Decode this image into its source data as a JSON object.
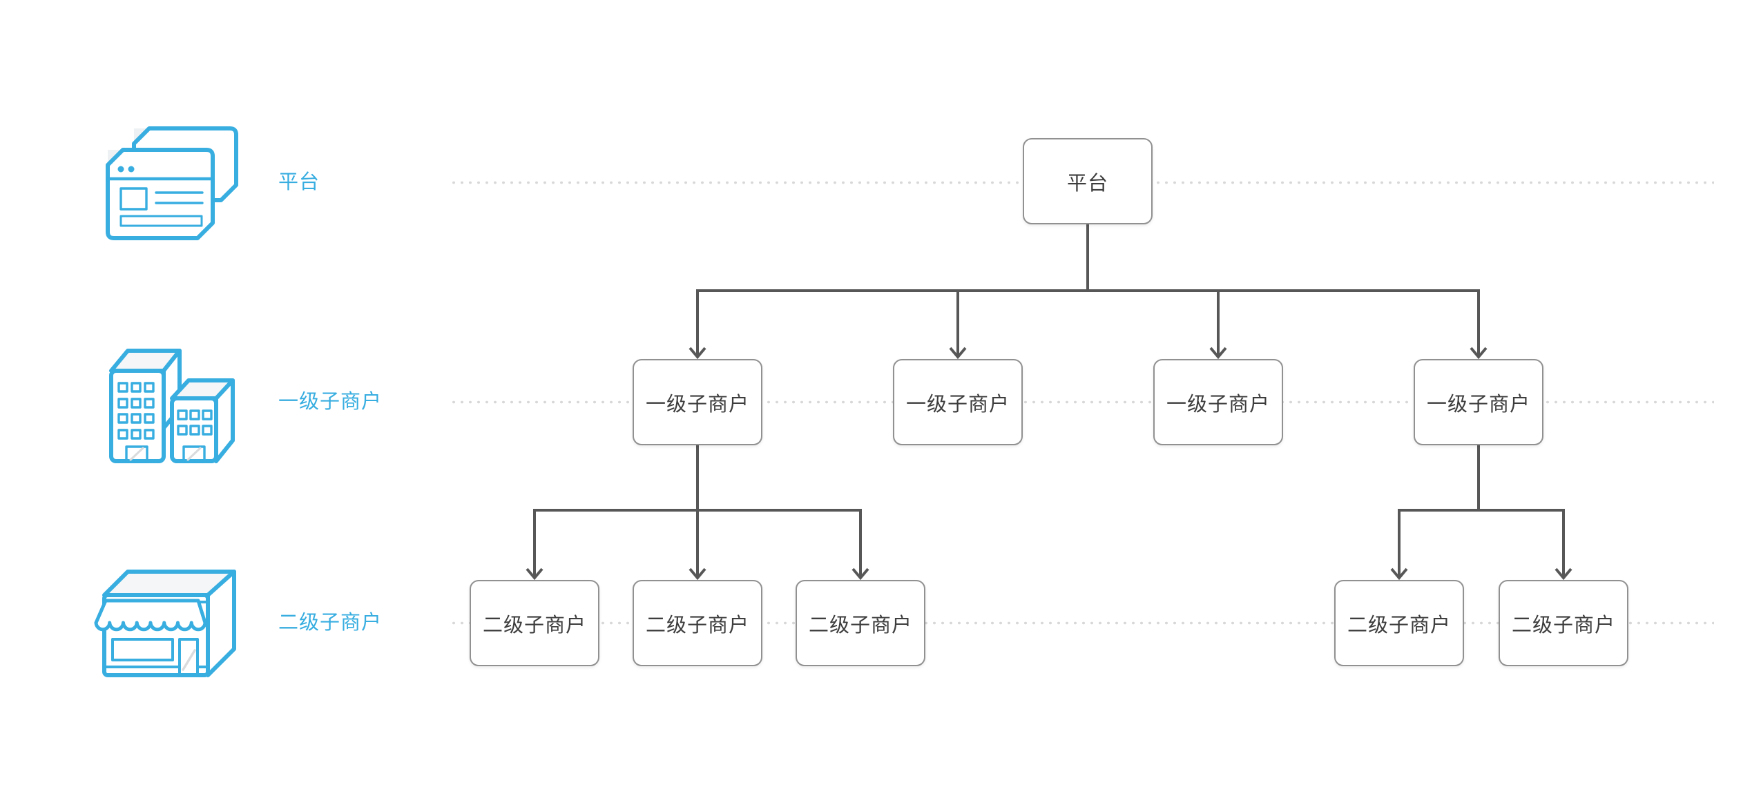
{
  "diagram": {
    "legend": [
      {
        "icon": "browser-windows-icon",
        "label": "平台"
      },
      {
        "icon": "office-buildings-icon",
        "label": "一级子商户"
      },
      {
        "icon": "storefront-icon",
        "label": "二级子商户"
      }
    ],
    "tree": {
      "root": {
        "label": "平台"
      },
      "level1": [
        {
          "label": "一级子商户"
        },
        {
          "label": "一级子商户"
        },
        {
          "label": "一级子商户"
        },
        {
          "label": "一级子商户"
        }
      ],
      "level2_left": [
        {
          "label": "二级子商户"
        },
        {
          "label": "二级子商户"
        },
        {
          "label": "二级子商户"
        }
      ],
      "level2_right": [
        {
          "label": "二级子商户"
        },
        {
          "label": "二级子商户"
        }
      ]
    },
    "colors": {
      "accent_blue": "#37ADE0",
      "connector_gray": "#575757",
      "box_border": "#919191",
      "box_text": "#3D3D3D",
      "dotted_line": "#D8D8D8"
    }
  }
}
